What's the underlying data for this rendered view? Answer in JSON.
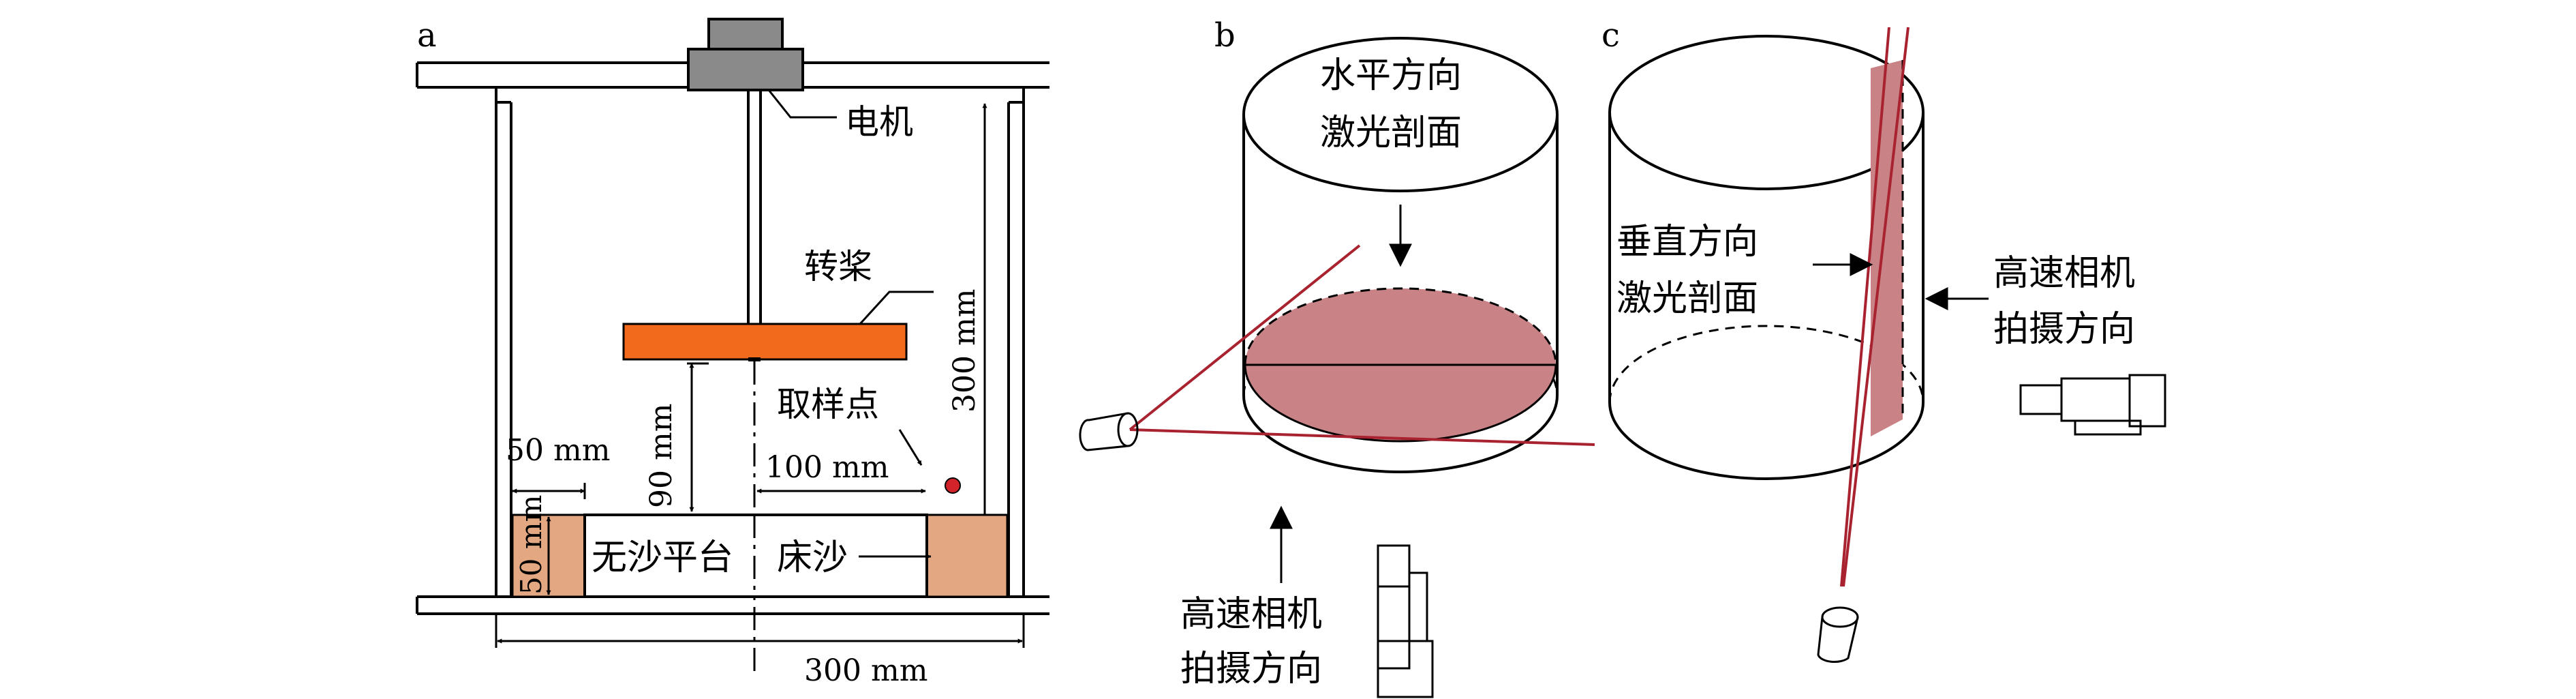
{
  "panel_a": {
    "label": "a",
    "motor": "电机",
    "paddle": "转桨",
    "sample_point": "取样点",
    "dim_50_top": "50 mm",
    "dim_50_side": "50 mm",
    "dim_90": "90 mm",
    "dim_100": "100 mm",
    "dim_300_vertical": "300 mm",
    "dim_300_horizontal": "300 mm",
    "platform": "无沙平台",
    "bed_sand": "床沙"
  },
  "panel_b": {
    "label": "b",
    "laser_line1": "水平方向",
    "laser_line2": "激光剖面",
    "camera_line1": "高速相机",
    "camera_line2": "拍摄方向"
  },
  "panel_c": {
    "label": "c",
    "laser_line1": "垂直方向",
    "laser_line2": "激光剖面",
    "camera_line1": "高速相机",
    "camera_line2": "拍摄方向"
  },
  "colors": {
    "sand": "#e3a882",
    "paddle": "#f26a1b",
    "laser_fill": "#c98286",
    "laser_line": "#a8232f",
    "sample_dot": "#d2232a"
  }
}
